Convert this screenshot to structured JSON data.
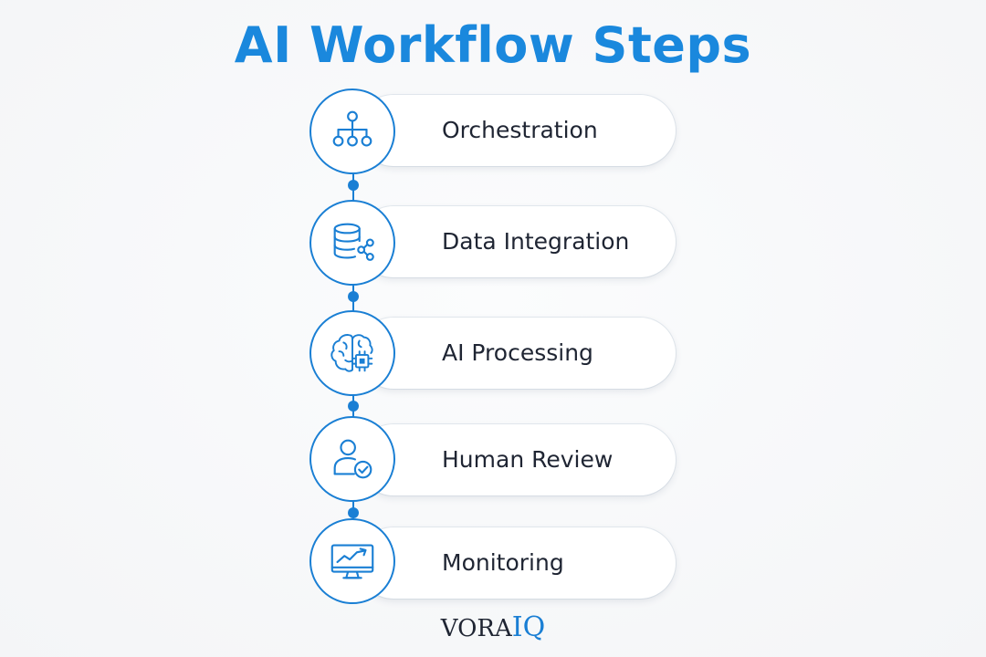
{
  "title": "AI Workflow Steps",
  "colors": {
    "accent": "#1a7fd4",
    "title": "#1a88dd",
    "text": "#1f2533"
  },
  "steps": [
    {
      "label": "Orchestration",
      "icon": "hierarchy-icon"
    },
    {
      "label": "Data Integration",
      "icon": "database-share-icon"
    },
    {
      "label": "AI Processing",
      "icon": "brain-chip-icon"
    },
    {
      "label": "Human Review",
      "icon": "user-check-icon"
    },
    {
      "label": "Monitoring",
      "icon": "monitor-chart-icon"
    }
  ],
  "brand": {
    "part1": "VORA",
    "part2": "IQ"
  }
}
